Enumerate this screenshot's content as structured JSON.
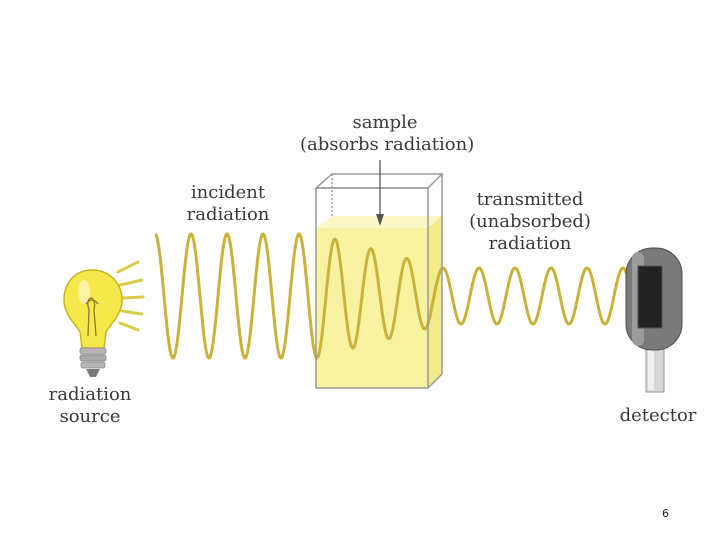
{
  "labels": {
    "sample": [
      "sample",
      "(absorbs radiation)"
    ],
    "incident": [
      "incident",
      "radiation"
    ],
    "transmitted": [
      "transmitted",
      "(unabsorbed)",
      "radiation"
    ],
    "source": [
      "radiation",
      "source"
    ],
    "detector": [
      "detector"
    ]
  },
  "page_number": "6",
  "icons": [
    "light-bulb-icon",
    "detector-icon",
    "sample-cuvette"
  ],
  "colors": {
    "wave": "#c9b23a",
    "liquid": "#f7f2a0",
    "glass": "#9a9a9a",
    "bulb": "#f6e84a",
    "detector": "#6c6c6c"
  }
}
